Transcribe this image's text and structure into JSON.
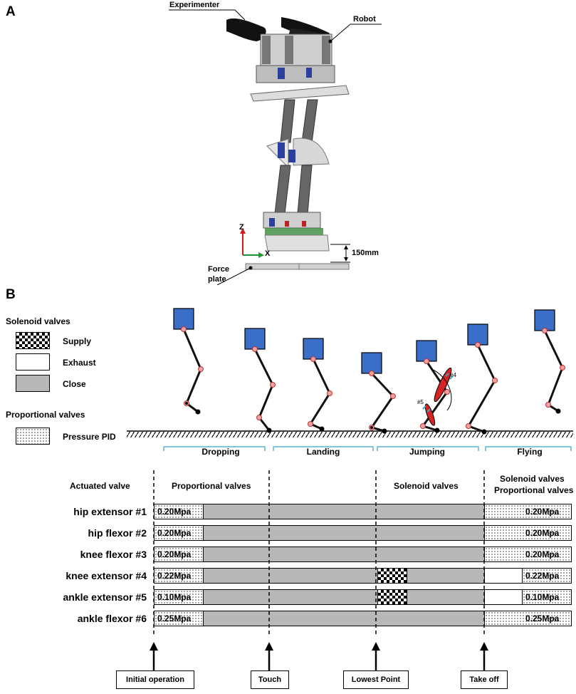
{
  "panel_a": {
    "label": "A",
    "experimenter_label": "Experimenter",
    "robot_label": "Robot",
    "axis_z": "Z",
    "axis_x": "X",
    "height_label": "150mm",
    "force_plate_label_1": "Force",
    "force_plate_label_2": "plate"
  },
  "panel_b": {
    "label": "B",
    "legend": {
      "solenoid_title": "Solenoid valves",
      "supply": "Supply",
      "exhaust": "Exhaust",
      "close": "Close",
      "proportional_title": "Proportional valves",
      "pressure_pid": "Pressure PID"
    },
    "muscle_labels": {
      "m4": "#4",
      "m5": "#5"
    },
    "phases": [
      "Dropping",
      "Landing",
      "Jumping",
      "Flying"
    ],
    "table": {
      "header_actuated": "Actuated valve",
      "header_proportional": "Proportional valves",
      "header_solenoid": "Solenoid valves",
      "header_right_1": "Solenoid valves",
      "header_right_2": "Proportional valves",
      "rows": [
        {
          "name": "hip extensor  #1",
          "left_value": "0.20Mpa",
          "right_value": "0.20Mpa",
          "solenoid_supply": false
        },
        {
          "name": "hip flexor  #2",
          "left_value": "0.20Mpa",
          "right_value": "0.20Mpa",
          "solenoid_supply": false
        },
        {
          "name": "knee flexor  #3",
          "left_value": "0.20Mpa",
          "right_value": "0.20Mpa",
          "solenoid_supply": false
        },
        {
          "name": "knee extensor  #4",
          "left_value": "0.22Mpa",
          "right_value": "0.22Mpa",
          "solenoid_supply": true
        },
        {
          "name": "ankle extensor  #5",
          "left_value": "0.10Mpa",
          "right_value": "0.10Mpa",
          "solenoid_supply": true
        },
        {
          "name": "ankle flexor  #6",
          "left_value": "0.25Mpa",
          "right_value": "0.25Mpa",
          "solenoid_supply": false
        }
      ]
    },
    "events": [
      "Initial operation",
      "Touch",
      "Lowest Point",
      "Take off"
    ]
  }
}
